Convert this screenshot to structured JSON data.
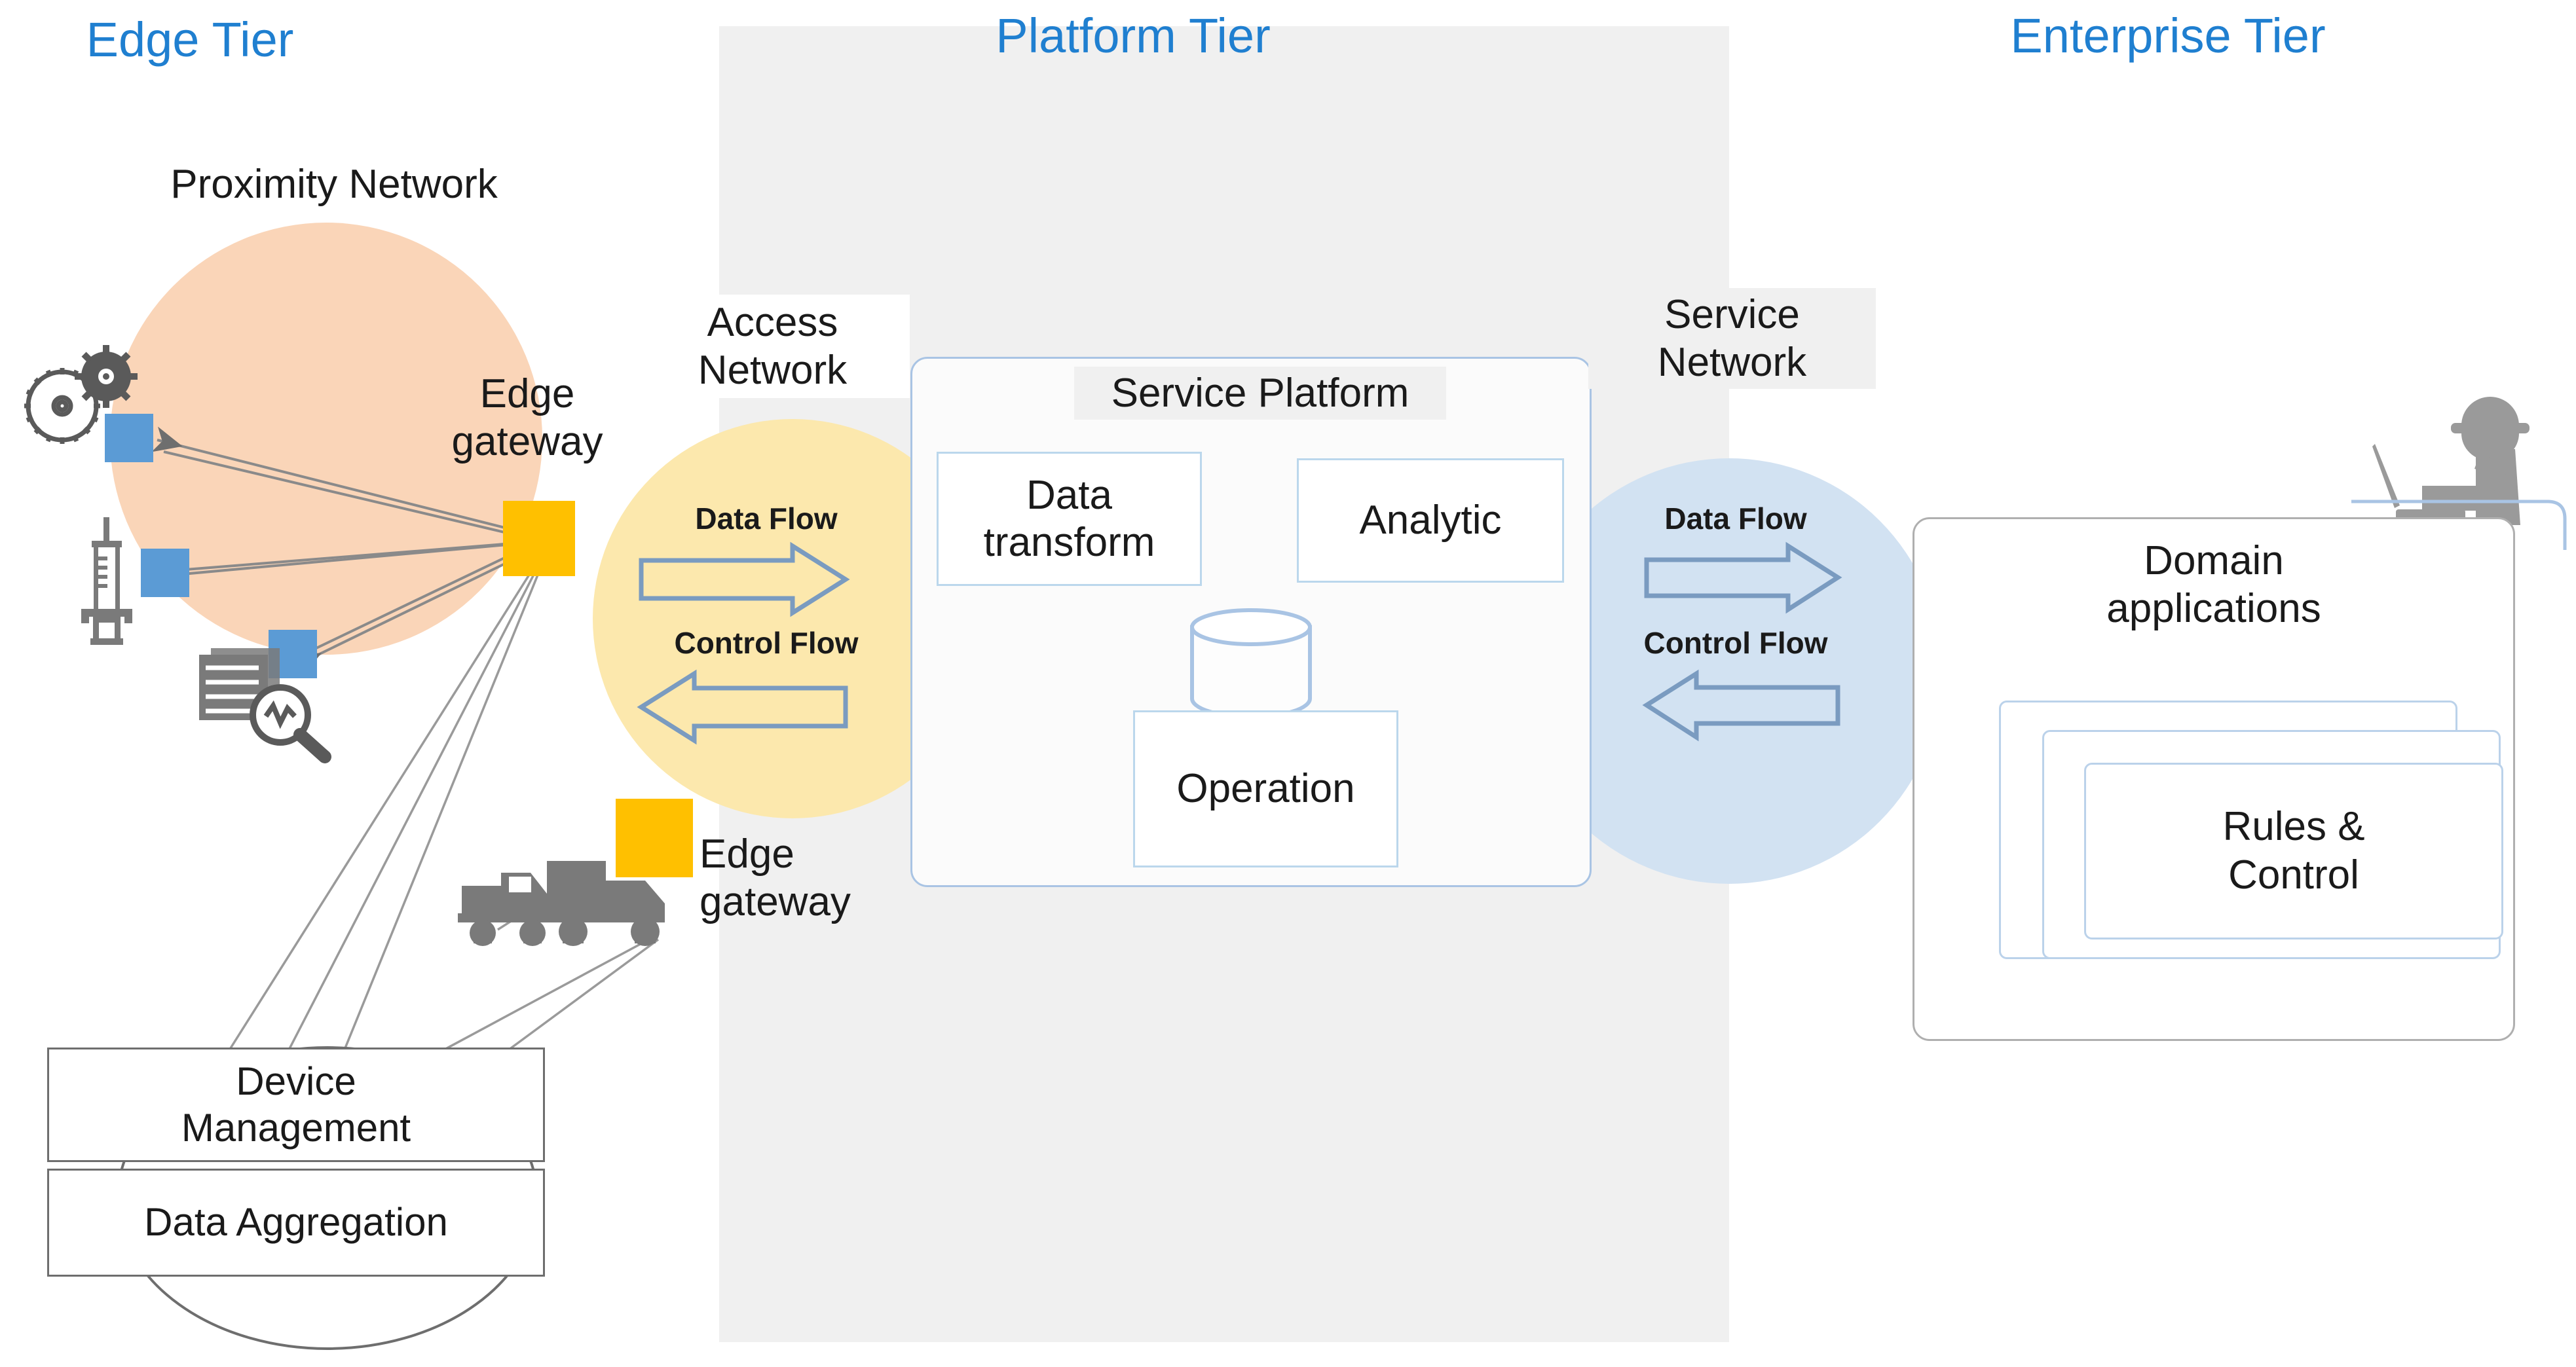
{
  "tiers": [
    {
      "id": "edge",
      "title": "Edge Tier"
    },
    {
      "id": "platform",
      "title": "Platform Tier"
    },
    {
      "id": "enterprise",
      "title": "Enterprise Tier"
    }
  ],
  "edge_tier": {
    "proximity_network_label": "Proximity Network",
    "access_network_label": "Access\nNetwork",
    "edge_gateway_1_label": "Edge\ngateway",
    "edge_gateway_2_label": "Edge\ngateway",
    "device_icons": [
      {
        "name": "gears-icon",
        "meaning": "machinery / gears"
      },
      {
        "name": "injector-icon",
        "meaning": "syringe / injector sensor"
      },
      {
        "name": "data-analysis-icon",
        "meaning": "records with magnifier"
      },
      {
        "name": "trucks-icon",
        "meaning": "fleet trucks"
      }
    ],
    "device_management_label": "Device\nManagement",
    "data_aggregation_label": "Data Aggregation"
  },
  "access_network_flows": {
    "data_flow_label": "Data Flow",
    "control_flow_label": "Control Flow"
  },
  "service_network_flows": {
    "data_flow_label": "Data Flow",
    "control_flow_label": "Control Flow"
  },
  "platform_tier": {
    "service_platform_label": "Service Platform",
    "boxes": [
      {
        "id": "data-transform",
        "label": "Data\ntransform"
      },
      {
        "id": "analytic",
        "label": "Analytic"
      },
      {
        "id": "operation",
        "label": "Operation"
      }
    ],
    "database_icon": "database-cylinder-icon"
  },
  "enterprise_tier": {
    "service_network_label": "Service\nNetwork",
    "domain_applications_label": "Domain\napplications",
    "rules_control_label": "Rules &\nControl",
    "operator_icon": "engineer-with-laptop-icon",
    "app_card_count": 3
  },
  "colors": {
    "tier_title": "#1F7FD0",
    "proximity_blob": "#FAD5B8",
    "access_blob": "#FCE8AD",
    "service_blob": "#D2E2F2",
    "gateway_square": "#FFC000",
    "device_square": "#5B9BD5",
    "platform_band": "#F0F0F0",
    "arrow_outline": "#7A9BC0",
    "panel_border": "#A9C4E4",
    "icon_gray": "#8C8C8C",
    "text": "#1A1A1A"
  }
}
